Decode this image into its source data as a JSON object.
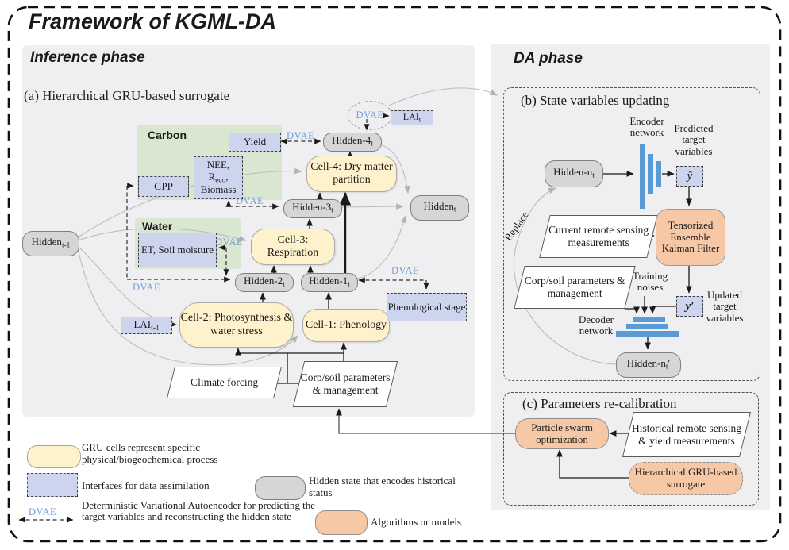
{
  "title": "Framework of KGML-DA",
  "phases": {
    "inference": "Inference phase",
    "da": "DA phase"
  },
  "panels": {
    "a": "(a) Hierarchical  GRU-based surrogate",
    "b": "(b) State variables updating",
    "c": "(c) Parameters re-calibration"
  },
  "groups": {
    "carbon": "Carbon",
    "water": "Water"
  },
  "dvae": "DVAE",
  "nodes": {
    "hidden_prev": {
      "base": "Hidden",
      "sub": "t-1"
    },
    "hidden4": {
      "base": "Hidden-4",
      "sub": "t"
    },
    "hidden3": {
      "base": "Hidden-3",
      "sub": "t"
    },
    "hidden2": {
      "base": "Hidden-2",
      "sub": "t"
    },
    "hidden1": {
      "base": "Hidden-1",
      "sub": "t"
    },
    "hidden_t": {
      "base": "Hidden",
      "sub": "t"
    },
    "hidden_n": {
      "base": "Hidden-n",
      "sub": "t"
    },
    "hidden_n_prime": {
      "base": "Hidden-n",
      "sub": "t",
      "suffix": "′"
    },
    "cell4": "Cell-4: Dry matter partition",
    "cell3": "Cell-3: Respiration",
    "cell2": "Cell-2: Photosynthesis & water stress",
    "cell1": "Cell-1: Phenology",
    "yield": "Yield",
    "gpp": "GPP",
    "nee": {
      "line1": "NEE,",
      "line2_base": "R",
      "line2_sub": "eco",
      "line2_suffix": ",",
      "line3": "Biomass"
    },
    "et": "ET, Soil moisture",
    "lai_prev": {
      "base": "LAI",
      "sub": "t-1"
    },
    "lai_t": {
      "base": "LAI",
      "sub": "t"
    },
    "pheno": "Phenological stage",
    "climate": "Climate forcing",
    "corp_inf": "Corp/soil parameters & management",
    "y_hat": "ŷ",
    "y_prime": "y′",
    "tenkf": "Tensorized Ensemble Kalman Filter",
    "current_rs": "Current remote sensing measurements",
    "corp_b": "Corp/soil parameters & management",
    "hist_rs": "Historical remote sensing & yield measurements",
    "pso": "Particle swarm optimization",
    "hgru": "Hierarchical GRU-based surrogate"
  },
  "labels": {
    "encoder": "Encoder network",
    "predicted": "Predicted target variables",
    "training": "Training noises",
    "updated": "Updated target variables",
    "decoder": "Decoder network",
    "replace": "Replace"
  },
  "legend": {
    "gru": "GRU cells represent specific physical/biogeochemical process",
    "interfaces": "Interfaces for data assimilation",
    "dvae_desc": "Deterministic Variational Autoencoder for predicting the target variables and reconstructing the hidden state",
    "hidden": "Hidden state that encodes historical status",
    "algorithms": "Algorithms or models"
  },
  "colors": {
    "accent_blue": "#5b9bd5",
    "dvae_text": "#6f9fd9",
    "cell_yellow": "#fdf2cc",
    "interface_blue": "#cdd5ee",
    "hidden_gray": "#d6d6d6",
    "algo_orange": "#f6c8a6",
    "group_green": "#d9e7d1"
  }
}
